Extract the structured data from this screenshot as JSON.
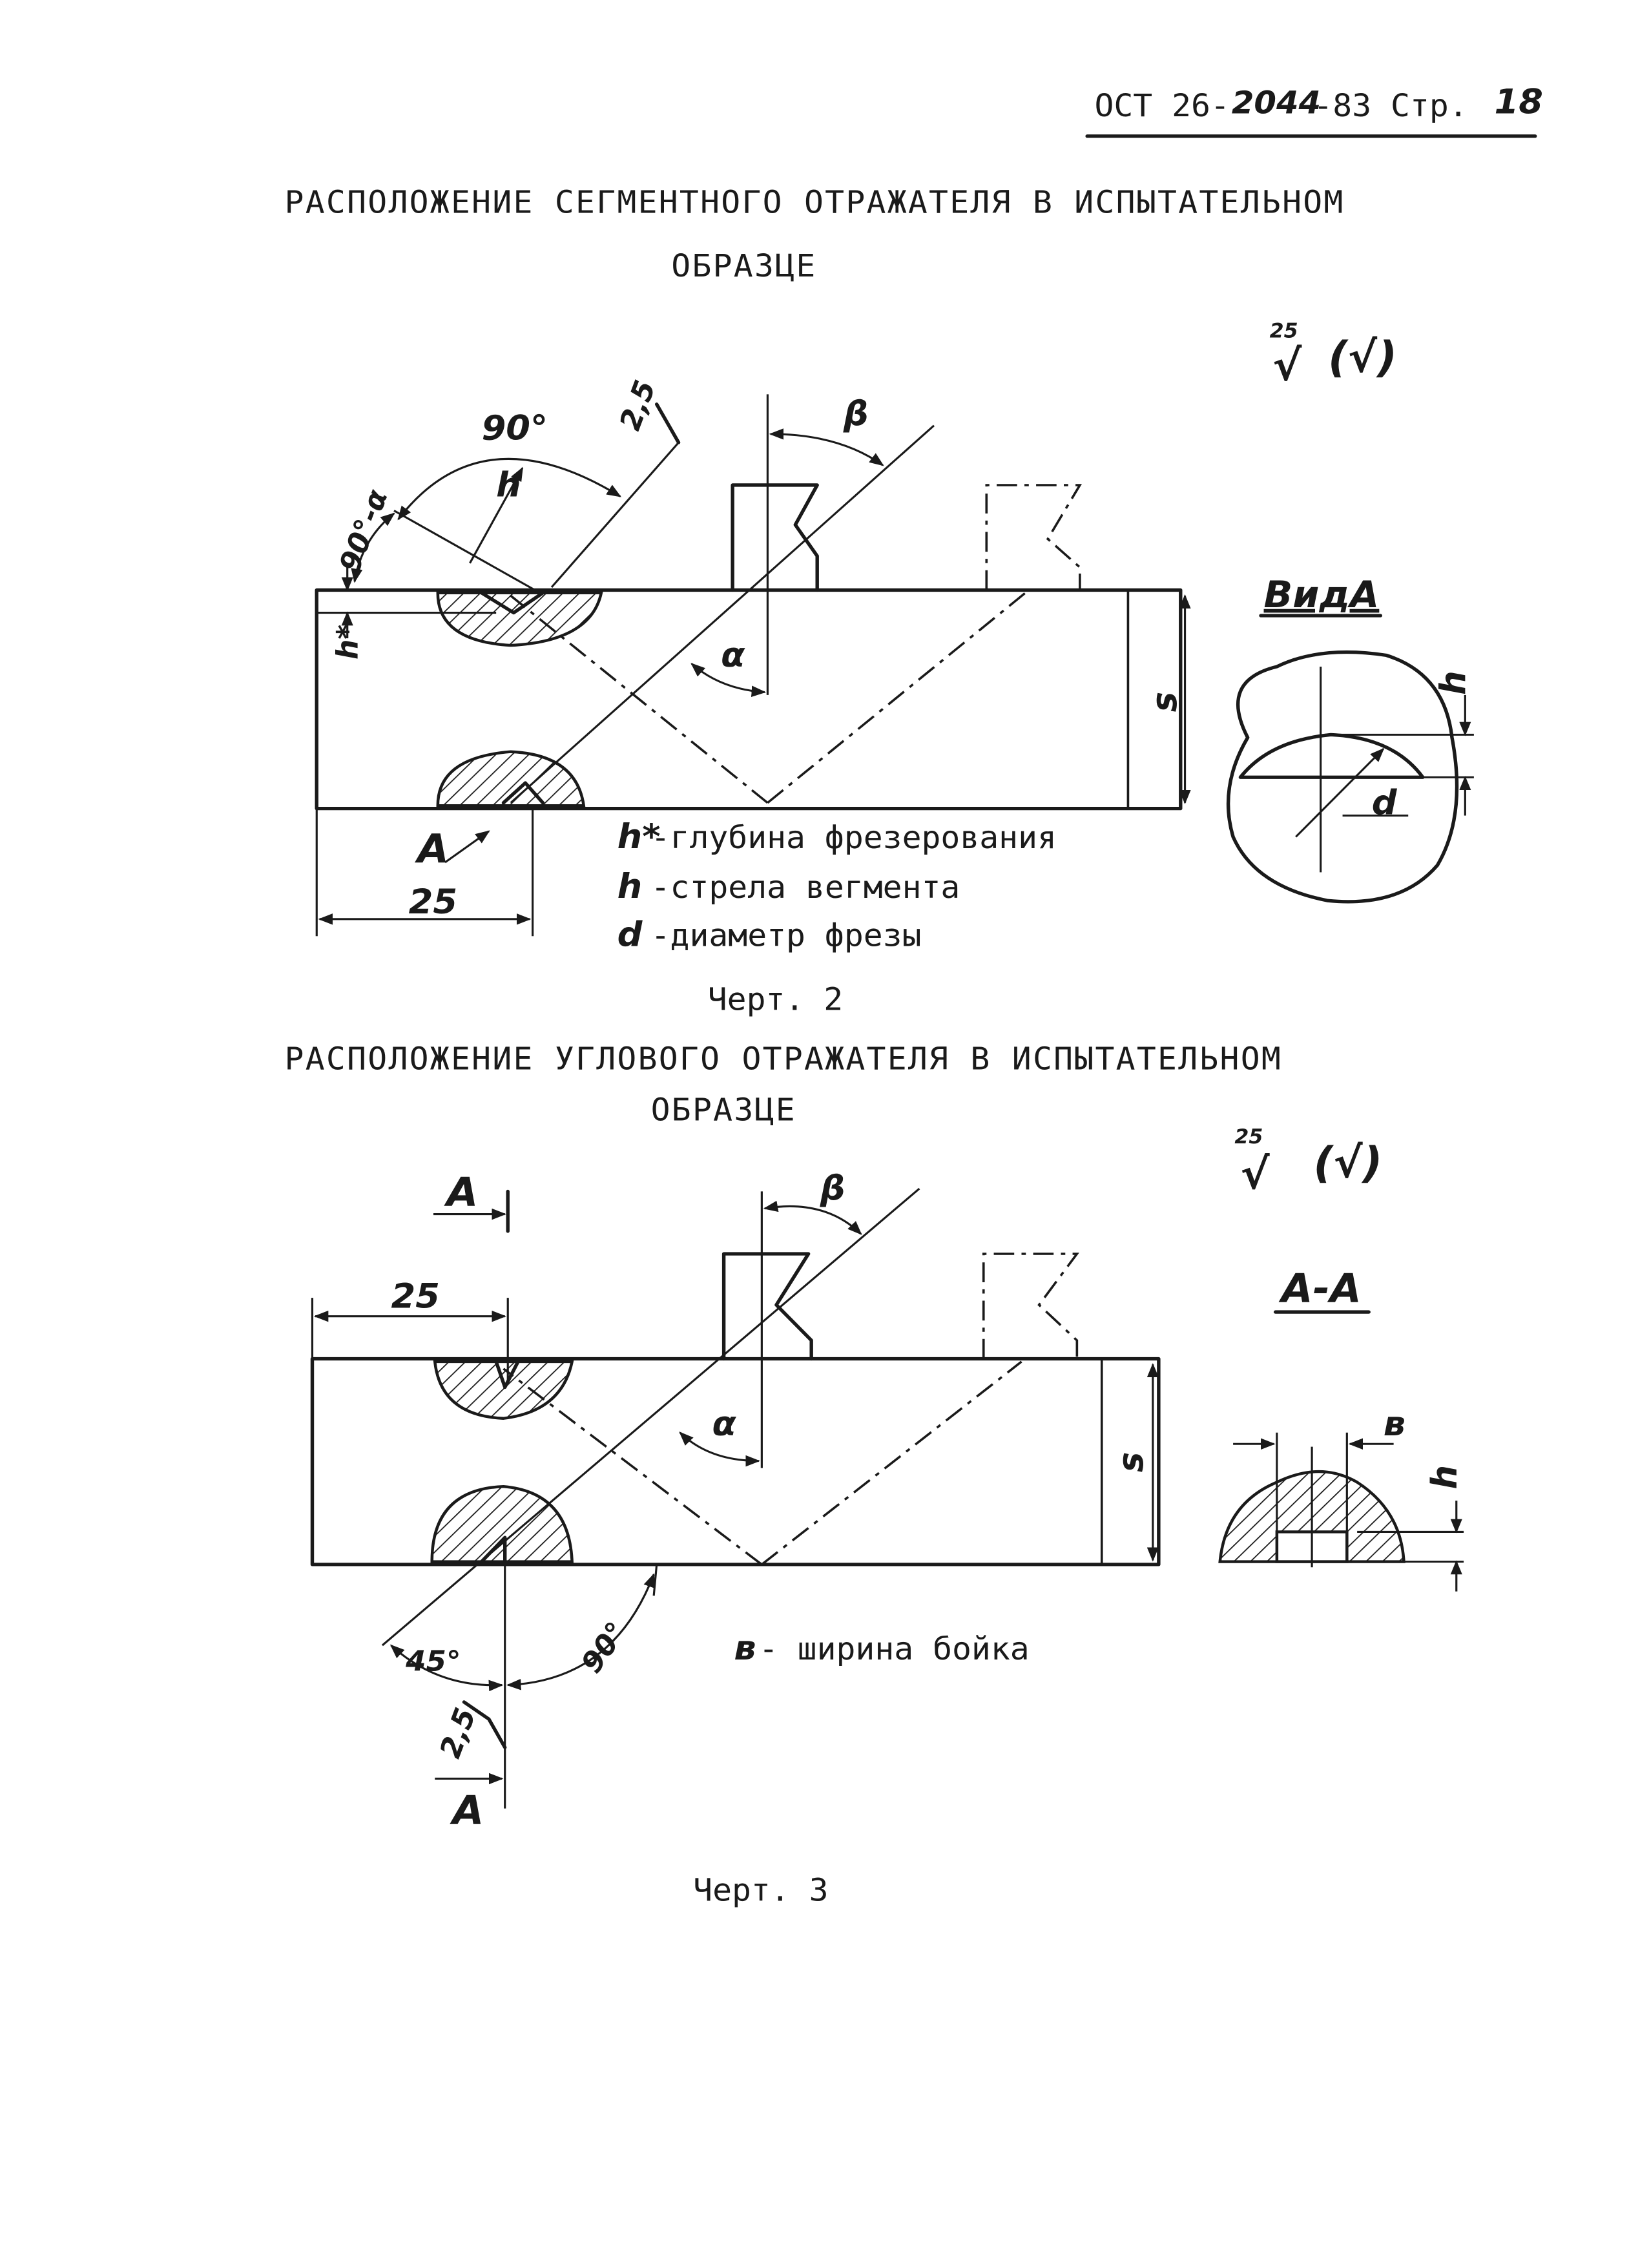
{
  "header": {
    "doc_code_prefix": "ОСТ 26-",
    "doc_number": "2044",
    "doc_code_suffix": "-83 Стр.",
    "page_number": "18"
  },
  "figure2": {
    "title_line1": "РАСПОЛОЖЕНИЕ СЕГМЕНТНОГО ОТРАЖАТЕЛЯ В ИСПЫТАТЕЛЬНОМ",
    "title_line2": "ОБРАЗЦЕ",
    "roughness_value": "25",
    "roughness_symbol": "√",
    "roughness_paren": "(√)",
    "angle_90": "90°",
    "angle_90_minus_alpha": "90°-α",
    "roughness_local": "2,5",
    "label_h": "h",
    "label_h_star": "h*",
    "label_beta": "β",
    "label_alpha": "α",
    "label_s": "s",
    "label_view_arrow": "A",
    "dim_25": "25",
    "view_title": "ВидA",
    "view_label_h": "h",
    "view_label_d": "d",
    "legend": [
      {
        "symbol": "h*",
        "text": "-глубина фрезерования"
      },
      {
        "symbol": "h",
        "text": "-стрела вегмента"
      },
      {
        "symbol": "d",
        "text": "-диаметр фрезы"
      }
    ],
    "caption": "Черт. 2"
  },
  "figure3": {
    "title_line1": "РАСПОЛОЖЕНИЕ УГЛОВОГО ОТРАЖАТЕЛЯ В ИСПЫТАТЕЛЬНОМ",
    "title_line2": "ОБРАЗЦЕ",
    "roughness_value": "25",
    "roughness_symbol": "√",
    "roughness_paren": "(√)",
    "section_arrow_top": "A",
    "section_arrow_bottom": "A",
    "dim_25": "25",
    "label_beta": "β",
    "label_alpha": "α",
    "label_s": "s",
    "angle_45": "45°",
    "angle_90": "90°",
    "roughness_local": "2,5",
    "section_title": "A-A",
    "section_label_b": "в",
    "section_label_h": "h",
    "legend": [
      {
        "symbol": "в",
        "text": " - ширина бойка"
      }
    ],
    "caption": "Черт. 3"
  }
}
